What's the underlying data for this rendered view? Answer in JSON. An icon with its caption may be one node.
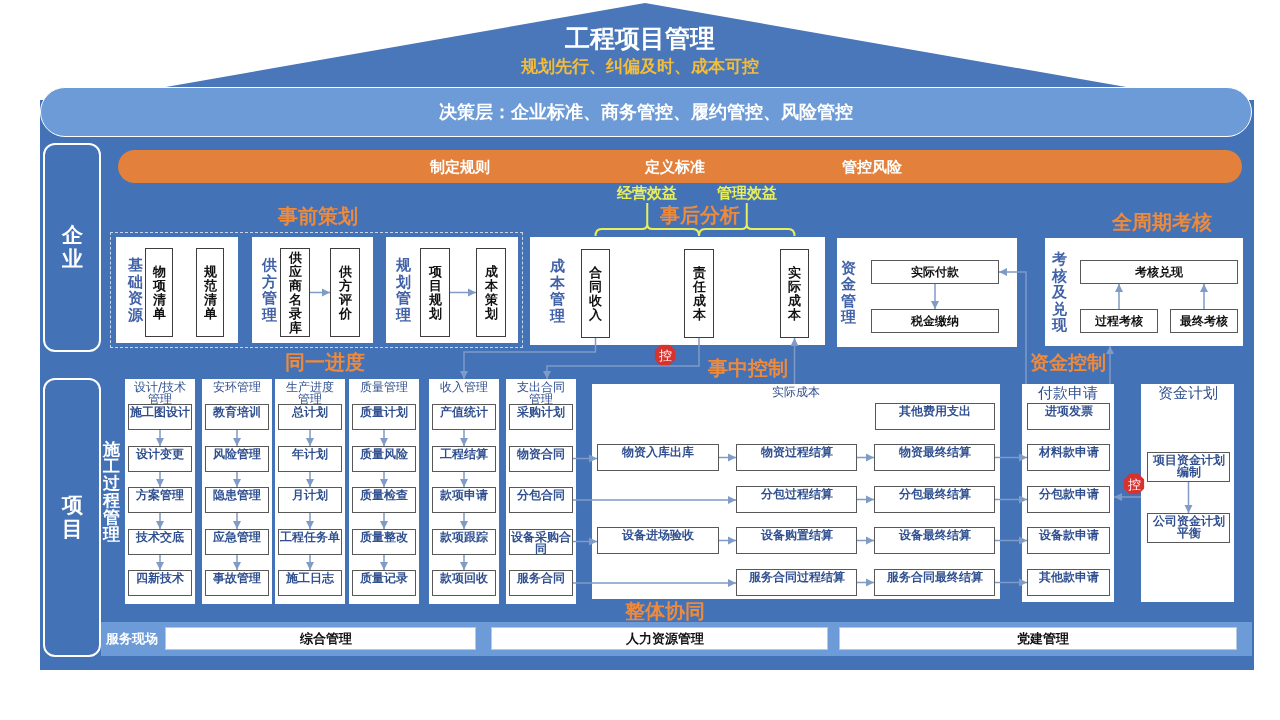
{
  "diagram": {
    "title": "工程项目管理",
    "nodes": [
      {
        "text": [
          "决策层：企业标准、商务管控、履约管控、风险管控"
        ]
      },
      {
        "text": [
          "企业"
        ]
      },
      {
        "text": [
          "制定规则",
          "定义标准",
          "管控风险"
        ]
      },
      {
        "text": [],
        "shape": "box"
      },
      {
        "text": [
          "基础资源"
        ],
        "in": 3
      },
      {
        "text": [
          "物项清单"
        ],
        "in": 4
      },
      {
        "text": [
          "规范清单"
        ],
        "in": 4
      },
      {
        "text": [
          "供方管理"
        ],
        "in": 3
      },
      {
        "text": [
          "供应商名录库"
        ],
        "in": 7
      },
      {
        "text": [
          "供方评价"
        ],
        "in": 7
      },
      {
        "text": [
          "规划管理"
        ],
        "in": 3
      },
      {
        "text": [
          "项目规划"
        ],
        "in": 10
      },
      {
        "text": [
          "成本策划"
        ],
        "in": 10
      },
      {
        "text": [
          "成本管理"
        ]
      },
      {
        "text": [
          "合同收入"
        ],
        "in": 13
      },
      {
        "text": [
          "责任成本"
        ],
        "in": 13
      },
      {
        "text": [
          "实际成本"
        ],
        "in": 13
      },
      {
        "text": [
          "资金管理"
        ]
      },
      {
        "text": [
          "实际付款"
        ],
        "in": 17
      },
      {
        "text": [
          "税金缴纳"
        ],
        "in": 17
      },
      {
        "text": [
          "考核及兑现"
        ]
      },
      {
        "text": [
          "考核兑现"
        ],
        "in": 20
      },
      {
        "text": [
          "过程考核"
        ],
        "in": 20
      },
      {
        "text": [
          "最终考核"
        ],
        "in": 20
      },
      {
        "text": [
          "项目"
        ]
      },
      {
        "text": [
          "设计/技术管理"
        ]
      },
      {
        "text": [
          "施工图设计"
        ],
        "in": 25
      },
      {
        "text": [
          "设计变更"
        ],
        "in": 25
      },
      {
        "text": [
          "方案管理"
        ],
        "in": 25
      },
      {
        "text": [
          "技术交底"
        ],
        "in": 25
      },
      {
        "text": [
          "四新技术"
        ],
        "in": 25
      },
      {
        "text": [
          "安环管理"
        ]
      },
      {
        "text": [
          "教育培训"
        ],
        "in": 31
      },
      {
        "text": [
          "风险管理"
        ],
        "in": 31
      },
      {
        "text": [
          "隐患管理"
        ],
        "in": 31
      },
      {
        "text": [
          "应急管理"
        ],
        "in": 31
      },
      {
        "text": [
          "事故管理"
        ],
        "in": 31
      },
      {
        "text": [
          "生产进度管理"
        ]
      },
      {
        "text": [
          "总计划"
        ],
        "in": 37
      },
      {
        "text": [
          "年计划"
        ],
        "in": 37
      },
      {
        "text": [
          "月计划"
        ],
        "in": 37
      },
      {
        "text": [
          "工程任务单"
        ],
        "in": 37
      },
      {
        "text": [
          "施工日志"
        ],
        "in": 37
      },
      {
        "text": [
          "质量管理"
        ]
      },
      {
        "text": [
          "质量计划"
        ],
        "in": 43
      },
      {
        "text": [
          "质量风险"
        ],
        "in": 43
      },
      {
        "text": [
          "质量检查"
        ],
        "in": 43
      },
      {
        "text": [
          "质量整改"
        ],
        "in": 43
      },
      {
        "text": [
          "质量记录"
        ],
        "in": 43
      },
      {
        "text": [
          "收入管理"
        ]
      },
      {
        "text": [
          "产值统计"
        ],
        "in": 49
      },
      {
        "text": [
          "工程结算"
        ],
        "in": 49
      },
      {
        "text": [
          "款项申请"
        ],
        "in": 49
      },
      {
        "text": [
          "款项跟踪"
        ],
        "in": 49
      },
      {
        "text": [
          "款项回收"
        ],
        "in": 49
      },
      {
        "text": [
          "支出合同管理"
        ]
      },
      {
        "text": [
          "采购计划"
        ],
        "in": 55
      },
      {
        "text": [
          "物资合同"
        ],
        "in": 55
      },
      {
        "text": [
          "分包合同"
        ],
        "in": 55
      },
      {
        "text": [
          "设备采购合同"
        ],
        "in": 55
      },
      {
        "text": [
          "服务合同"
        ],
        "in": 55
      },
      {
        "text": [
          "实际成本"
        ]
      },
      {
        "text": [
          "其他费用支出"
        ],
        "in": 61
      },
      {
        "text": [
          "物资入库出库"
        ],
        "in": 61
      },
      {
        "text": [
          "物资过程结算"
        ],
        "in": 61
      },
      {
        "text": [
          "物资最终结算"
        ],
        "in": 61
      },
      {
        "text": [
          "分包过程结算"
        ],
        "in": 61
      },
      {
        "text": [
          "分包最终结算"
        ],
        "in": 61
      },
      {
        "text": [
          "设备进场验收"
        ],
        "in": 61
      },
      {
        "text": [
          "设备购置结算"
        ],
        "in": 61
      },
      {
        "text": [
          "设备最终结算"
        ],
        "in": 61
      },
      {
        "text": [
          "服务合同过程结算"
        ],
        "in": 61
      },
      {
        "text": [
          "服务合同最终结算"
        ],
        "in": 61
      },
      {
        "text": [
          "付款申请"
        ]
      },
      {
        "text": [
          "进项发票"
        ],
        "in": 73
      },
      {
        "text": [
          "材料款申请"
        ],
        "in": 73
      },
      {
        "text": [
          "分包款申请"
        ],
        "in": 73
      },
      {
        "text": [
          "设备款申请"
        ],
        "in": 73
      },
      {
        "text": [
          "其他款申请"
        ],
        "in": 73
      },
      {
        "text": [
          "资金计划"
        ]
      },
      {
        "text": [
          "项目资金计划编制"
        ],
        "in": 79
      },
      {
        "text": [
          "公司资金计划平衡"
        ],
        "in": 79
      },
      {
        "text": [
          "服务现场"
        ]
      },
      {
        "text": [
          "综合管理"
        ],
        "in": 82
      },
      {
        "text": [
          "人力资源管理"
        ],
        "in": 82
      },
      {
        "text": [
          "党建管理"
        ],
        "in": 82
      }
    ],
    "edges": [
      {
        "from": 8,
        "to": 9,
        "arrow": "to"
      },
      {
        "from": 11,
        "to": 12,
        "arrow": "to"
      },
      {
        "from": 18,
        "to": 19,
        "arrow": "to"
      },
      {
        "from": 22,
        "to": 21,
        "arrow": "to"
      },
      {
        "from": 23,
        "to": 21,
        "arrow": "to"
      },
      {
        "from": 14,
        "to": 49,
        "arrow": "to"
      },
      {
        "from": 15,
        "to": 55,
        "arrow": "to"
      },
      {
        "from": 61,
        "to": 16,
        "arrow": "to"
      },
      {
        "from": 73,
        "to": 18,
        "arrow": "to"
      },
      {
        "from": 26,
        "to": 27,
        "arrow": "to"
      },
      {
        "from": 27,
        "to": 28,
        "arrow": "to"
      },
      {
        "from": 28,
        "to": 29,
        "arrow": "to"
      },
      {
        "from": 29,
        "to": 30,
        "arrow": "to"
      },
      {
        "from": 32,
        "to": 33,
        "arrow": "to"
      },
      {
        "from": 33,
        "to": 34,
        "arrow": "to"
      },
      {
        "from": 34,
        "to": 35,
        "arrow": "to"
      },
      {
        "from": 35,
        "to": 36,
        "arrow": "to"
      },
      {
        "from": 38,
        "to": 39,
        "arrow": "to"
      },
      {
        "from": 39,
        "to": 40,
        "arrow": "to"
      },
      {
        "from": 40,
        "to": 41,
        "arrow": "to"
      },
      {
        "from": 41,
        "to": 42,
        "arrow": "to"
      },
      {
        "from": 44,
        "to": 45,
        "arrow": "to"
      },
      {
        "from": 45,
        "to": 46,
        "arrow": "to"
      },
      {
        "from": 46,
        "to": 47,
        "arrow": "to"
      },
      {
        "from": 47,
        "to": 48,
        "arrow": "to"
      },
      {
        "from": 50,
        "to": 51,
        "arrow": "to"
      },
      {
        "from": 51,
        "to": 52,
        "arrow": "to"
      },
      {
        "from": 52,
        "to": 53,
        "arrow": "to"
      },
      {
        "from": 53,
        "to": 54,
        "arrow": "to"
      },
      {
        "from": 57,
        "to": 63,
        "arrow": "to"
      },
      {
        "from": 63,
        "to": 64,
        "arrow": "to"
      },
      {
        "from": 64,
        "to": 65,
        "arrow": "to"
      },
      {
        "from": 65,
        "to": 75,
        "arrow": "to"
      },
      {
        "from": 58,
        "to": 66,
        "arrow": "to"
      },
      {
        "from": 66,
        "to": 67,
        "arrow": "to"
      },
      {
        "from": 67,
        "to": 76,
        "arrow": "to"
      },
      {
        "from": 59,
        "to": 68,
        "arrow": "to"
      },
      {
        "from": 68,
        "to": 69,
        "arrow": "to"
      },
      {
        "from": 69,
        "to": 70,
        "arrow": "to"
      },
      {
        "from": 70,
        "to": 77,
        "arrow": "to"
      },
      {
        "from": 60,
        "to": 71,
        "arrow": "to"
      },
      {
        "from": 71,
        "to": 72,
        "arrow": "to"
      },
      {
        "from": 72,
        "to": 78,
        "arrow": "to"
      },
      {
        "from": 80,
        "to": 81,
        "arrow": "to"
      },
      {
        "from": 79,
        "to": 73,
        "arrow": "to"
      },
      {
        "from": 73,
        "to": 20,
        "arrow": "to"
      }
    ],
    "labels": [
      "规划先行、纠偏及时、成本可控",
      "经营效益",
      "管理效益",
      "事前策划",
      "事后分析",
      "全周期考核",
      "同一进度",
      "控",
      "事中控制",
      "资金控制",
      "施工过程管理",
      "控",
      "整体协同"
    ]
  }
}
